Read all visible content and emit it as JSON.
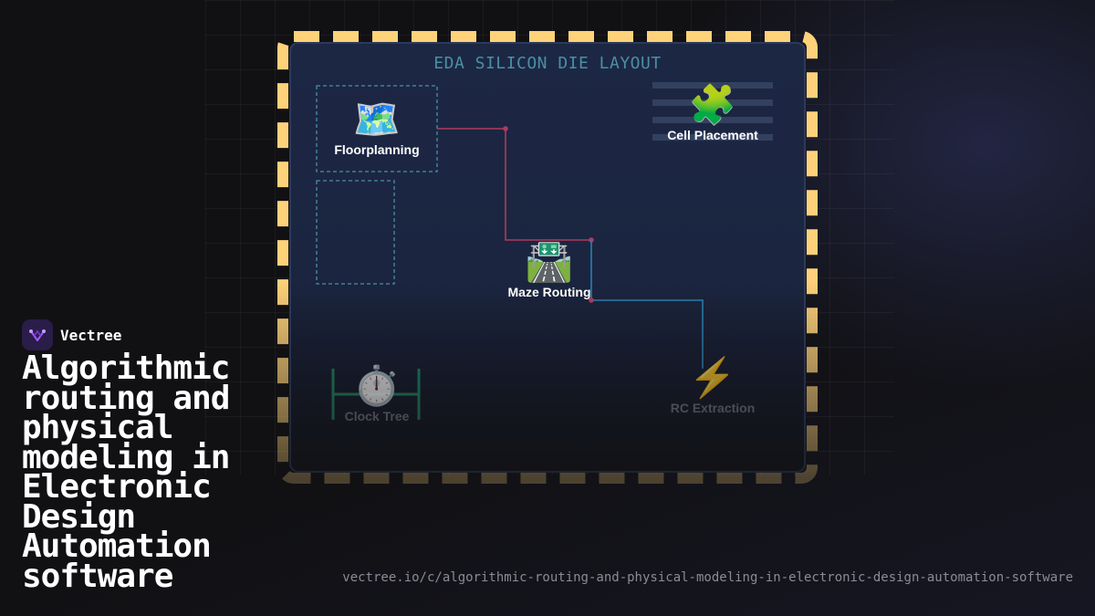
{
  "brand": {
    "name": "Vectree",
    "icon": "vectree-logo-icon",
    "accent": "#a259ff"
  },
  "headline": "Algorithmic routing and physical modeling in Electronic Design Automation software",
  "url": "vectree.io/c/algorithmic-routing-and-physical-modeling-in-electronic-design-automation-software",
  "diagram": {
    "title": "EDA SILICON DIE LAYOUT",
    "nodes": [
      {
        "id": "floorplanning",
        "label": "Floorplanning",
        "emoji": "🗺️",
        "icon": "map-icon"
      },
      {
        "id": "cell-placement",
        "label": "Cell Placement",
        "emoji": "🧩",
        "icon": "puzzle-icon"
      },
      {
        "id": "maze-routing",
        "label": "Maze Routing",
        "emoji": "🛣️",
        "icon": "road-icon"
      },
      {
        "id": "clock-tree",
        "label": "Clock Tree",
        "emoji": "⏱️",
        "icon": "stopwatch-icon"
      },
      {
        "id": "rc-extraction",
        "label": "RC Extraction",
        "emoji": "⚡",
        "icon": "lightning-icon"
      }
    ],
    "edges": [
      {
        "from": "floorplanning",
        "to": "maze-routing",
        "color": "#b03a5e"
      },
      {
        "from": "maze-routing",
        "to": "rc-extraction",
        "color": "#2a7fb0"
      }
    ],
    "colors": {
      "pin_stripe": "#ffd27a",
      "die_fill": "#1c2744",
      "dashed_region": "#4a8fa4",
      "clock_tree": "#1f7a5c",
      "placement_rows": "#334160"
    }
  }
}
